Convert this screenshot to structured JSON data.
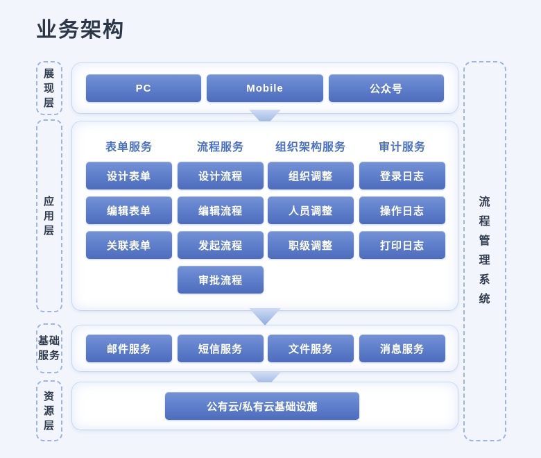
{
  "page": {
    "title": "业务架构",
    "background_color": "#f2f6fc"
  },
  "colors": {
    "button_top": "#7592d6",
    "button_bottom": "#4d6cbd",
    "header_text": "#4b71c4",
    "tag_border": "#9db5de",
    "title_text": "#2b3648",
    "arrow": "#a8bfe6"
  },
  "layer_tags": [
    {
      "id": "presentation",
      "label": "展现层"
    },
    {
      "id": "application",
      "label": "应用层"
    },
    {
      "id": "basic-service",
      "label": "基础服务"
    },
    {
      "id": "resource",
      "label": "资源层"
    }
  ],
  "system_tag": {
    "label": "流程管理系统"
  },
  "presentation_layer": {
    "items": [
      {
        "label": "PC"
      },
      {
        "label": "Mobile"
      },
      {
        "label": "公众号"
      }
    ]
  },
  "application_layer": {
    "columns": [
      {
        "header": "表单服务",
        "items": [
          "设计表单",
          "编辑表单",
          "关联表单"
        ]
      },
      {
        "header": "流程服务",
        "items": [
          "设计流程",
          "编辑流程",
          "发起流程",
          "审批流程"
        ]
      },
      {
        "header": "组织架构服务",
        "items": [
          "组织调整",
          "人员调整",
          "职级调整"
        ]
      },
      {
        "header": "审计服务",
        "items": [
          "登录日志",
          "操作日志",
          "打印日志"
        ]
      }
    ]
  },
  "basic_service_layer": {
    "items": [
      {
        "label": "邮件服务"
      },
      {
        "label": "短信服务"
      },
      {
        "label": "文件服务"
      },
      {
        "label": "消息服务"
      }
    ]
  },
  "resource_layer": {
    "items": [
      {
        "label": "公有云/私有云基础设施"
      }
    ]
  },
  "arrows": [
    {
      "id": "arrow-presentation-to-application"
    },
    {
      "id": "arrow-application-to-basic"
    },
    {
      "id": "arrow-basic-to-resource"
    }
  ]
}
